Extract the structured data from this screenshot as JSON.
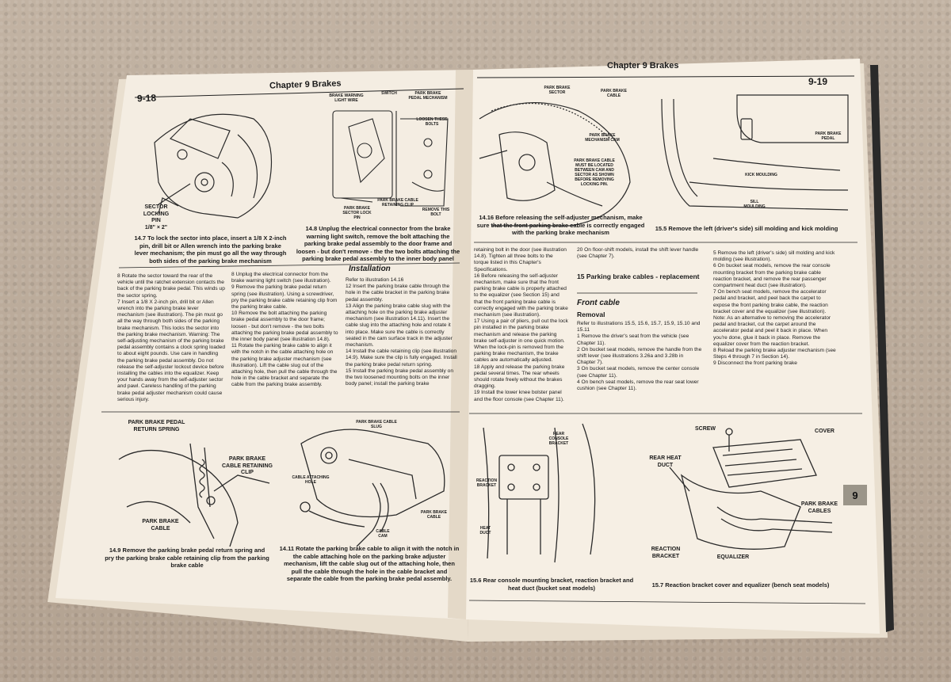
{
  "left_page": {
    "page_number": "9-18",
    "header": "Chapter 9  Brakes",
    "fig_14_7": {
      "callout_pin": "SECTOR\nLOCKING\nPIN\n1/8\" × 2\"",
      "caption": "14.7 To lock the sector into place, insert a 1/8 X 2-inch pin, drill bit or Allen wrench into the parking brake lever mechanism; the pin must go all the way through both sides of the parking brake mechanism"
    },
    "fig_14_8": {
      "callouts": [
        "BRAKE WARNING\nLIGHT WIRE",
        "SWITCH",
        "PARK BRAKE\nPEDAL MECHANISM",
        "LOOSEN THESE\nBOLTS",
        "PARK BRAKE\nSECTOR LOCK\nPIN",
        "PARK BRAKE CABLE\nRETAINING CLIP",
        "REMOVE THIS\nBOLT"
      ],
      "caption": "14.8 Unplug the electrical connector from the brake warning light switch, remove the bolt attaching the parking brake pedal assembly to the door frame and loosen - but don't remove - the the two bolts attaching the parking brake pedal assembly to the inner body panel"
    },
    "col1": "8   Rotate the sector toward the rear of the vehicle until the ratchet extension contacts the back of the parking brake pedal. This winds up the sector spring.\n7   Insert a 1/8 X 2-inch pin, drill bit or Allen wrench into the parking brake lever mechanism (see illustration). The pin must go all the way through both sides of the parking brake mechanism. This locks the sector into the parking brake mechanism. Warning: The self-adjusting mechanism of the parking brake pedal assembly contains a clock spring loaded to about eight pounds. Use care in handling the parking brake pedal assembly. Do not release the self-adjuster lockout device before installing the cables into the equalizer. Keep your hands away from the self-adjuster sector and pawl. Careless handling of the parking brake pedal adjuster mechanism could cause serious injury.",
    "col2": "8   Unplug the electrical connector from the brake warning light switch (see illustration).\n9   Remove the parking brake pedal return spring (see illustration). Using a screwdriver, pry the parking brake cable retaining clip from the parking brake cable.\n10  Remove the bolt attaching the parking brake pedal assembly to the door frame; loosen - but don't remove - the two bolts attaching the parking brake pedal assembly to the inner body panel (see illustration 14.8).\n11  Rotate the parking brake cable to align it with the notch in the cable attaching hole on the parking brake adjuster mechanism (see illustration). Lift the cable slug out of the attaching hole, then pull the cable through the hole in the cable bracket and separate the cable from the parking brake assembly.",
    "installation_heading": "Installation",
    "col3": "Refer to illustration 14.16\n12  Insert the parking brake cable through the hole in the cable bracket in the parking brake pedal assembly.\n13  Align the parking brake cable slug with the attaching hole on the parking brake adjuster mechanism (see illustration 14.11). Insert the cable slug into the attaching hole and rotate it into place. Make sure the cable is correctly seated in the cam surface track in the adjuster mechanism.\n14  Install the cable retaining clip (see illustration 14.9). Make sure the clip is fully engaged. Install the parking brake pedal return spring.\n15  Install the parking brake pedal assembly on the two loosened mounting bolts on the inner body panel; install the parking brake",
    "fig_14_9": {
      "callouts": [
        "PARK BRAKE PEDAL\nRETURN SPRING",
        "PARK BRAKE\nCABLE RETAINING\nCLIP",
        "PARK BRAKE\nCABLE"
      ],
      "caption": "14.9 Remove the parking brake pedal return spring and pry the parking brake cable retaining clip from the parking brake cable"
    },
    "fig_14_11": {
      "callouts": [
        "PARK BRAKE CABLE\nSLUG",
        "CABLE ATTACHING\nHOLE",
        "CABLE\nCAM",
        "PARK BRAKE\nCABLE"
      ],
      "caption": "14.11 Rotate the parking brake cable to align it with the notch in the cable attaching hole on the parking brake adjuster mechanism, lift the cable slug out of the attaching hole, then pull the cable through the hole in the cable bracket and separate the cable from the parking brake pedal assembly."
    }
  },
  "right_page": {
    "page_number": "9-19",
    "header": "Chapter 9  Brakes",
    "fig_14_16": {
      "callouts": [
        "PARK BRAKE\nSECTOR",
        "PARK BRAKE\nCABLE",
        "PARK BRAKE\nMECHANISM CAM",
        "PARK BRAKE CABLE\nMUST BE LOCATED\nBETWEEN CAM AND\nSECTOR AS SHOWN\nBEFORE REMOVING\nLOCKING PIN."
      ],
      "caption": "14.16 Before releasing the self-adjuster mechanism, make sure that the front parking brake cable is correctly engaged with the parking brake mechanism"
    },
    "fig_15_5": {
      "callouts": [
        "PARK BRAKE\nPEDAL",
        "KICK MOULDING",
        "SILL\nMOULDING"
      ],
      "caption": "15.5 Remove the left (driver's side) sill molding and kick molding"
    },
    "col1": "retaining bolt in the door (see illustration 14.8). Tighten all three bolts to the torque listed in this Chapter's Specifications.\n16  Before releasing the self-adjuster mechanism, make sure that the front parking brake cable is properly attached to the equalizer (see Section 15) and that the front parking brake cable is correctly engaged with the parking brake mechanism (see illustration).\n17  Using a pair of pliers, pull out the lock pin installed in the parking brake mechanism and release the parking brake self-adjuster in one quick motion. When the lock-pin is removed from the parking brake mechanism, the brake cables are automatically adjusted.\n18  Apply and release the parking brake pedal several times. The rear wheels should rotate freely without the brakes dragging.\n19  Install the lower knee bolster panel and the floor console (see Chapter 11).",
    "col2_intro": "20  On floor-shift models, install the shift lever handle (see Chapter 7).",
    "section_heading": "15  Parking brake cables - replacement",
    "front_cable_heading": "Front cable",
    "removal_heading": "Removal",
    "col2": "Refer to illustrations 15.5, 15.6, 15.7, 15.9, 15.10 and 15.11\n1   Remove the driver's seat from the vehicle (see Chapter 11).\n2   On bucket seat models, remove the handle from the shift lever (see illustrations 3.26a and 3.28b in Chapter 7).\n3   On bucket seat models, remove the center console (see Chapter 11).\n4   On bench seat models, remove the rear seat lower cushion (see Chapter 11).",
    "col3": "5   Remove the left (driver's side) sill molding and kick molding (see illustration).\n6   On bucket seat models, remove the rear console mounting bracket from the parking brake cable reaction bracket, and remove the rear passenger compartment heat duct (see illustration).\n7   On bench seat models, remove the accelerator pedal and bracket, and peel back the carpet to expose the front parking brake cable, the reaction bracket cover and the equalizer (see illustration). Note: As an alternative to removing the accelerator pedal and bracket, cut the carpet around the accelerator pedal and peel it back in place. When you're done, glue it back in place. Remove the equalizer cover from the reaction bracket.\n8   Reload the parking brake adjuster mechanism (see Steps 4 through 7 in Section 14).\n9   Disconnect the front parking brake",
    "fig_15_6": {
      "callouts": [
        "REAR CONSOLE\nBRACKET",
        "REACTION\nBRACKET",
        "HEAT\nDUCT"
      ],
      "caption": "15.6 Rear console mounting bracket, reaction bracket and heat duct (bucket seat models)"
    },
    "fig_15_7": {
      "callouts": [
        "SCREW",
        "COVER",
        "REAR HEAT\nDUCT",
        "PARK BRAKE\nCABLES",
        "REACTION\nBRACKET",
        "EQUALIZER"
      ],
      "caption": "15.7 Reaction bracket cover and equalizer (bench seat models)"
    },
    "chapter_tab": "9"
  },
  "colors": {
    "paper": "#f4ede2",
    "ink": "#1a1a1a",
    "carpet": "#b9aa9a",
    "tab": "#9b9589"
  }
}
